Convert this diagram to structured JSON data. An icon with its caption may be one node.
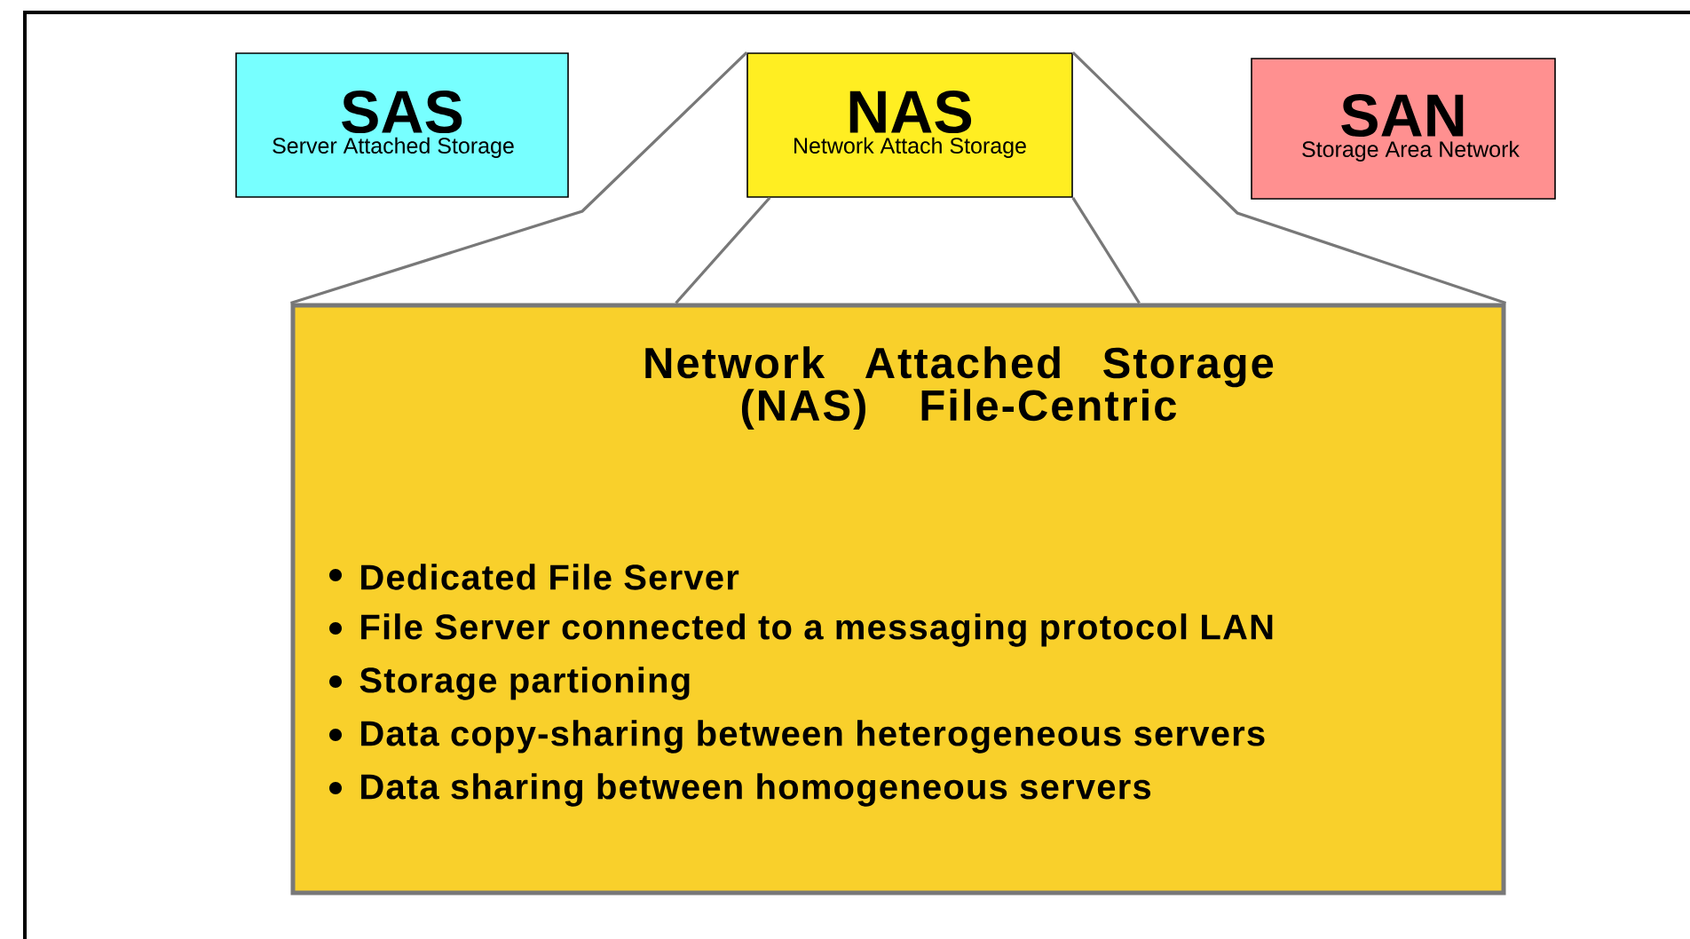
{
  "diagram": {
    "nodes": [
      {
        "text": [
          "SAS",
          "Server Attached Storage"
        ]
      },
      {
        "text": [
          "NAS",
          "Network Attach Storage"
        ]
      },
      {
        "text": [
          "SAN",
          "Storage Area Network"
        ]
      },
      {
        "text": [
          "Network Attached Storage (NAS) File-Centric",
          "Dedicated File Server",
          "File Server connected to a messaging protocol LAN",
          "Storage partioning",
          "Data copy-sharing between heterogeneous servers",
          "Data sharing between homogeneous servers"
        ]
      }
    ],
    "edges": [
      {
        "from": 1,
        "to": 3,
        "arrow": "none"
      },
      {
        "from": 1,
        "to": 3,
        "arrow": "none"
      },
      {
        "from": 1,
        "to": 3,
        "arrow": "none"
      },
      {
        "from": 1,
        "to": 3,
        "arrow": "none"
      }
    ]
  }
}
